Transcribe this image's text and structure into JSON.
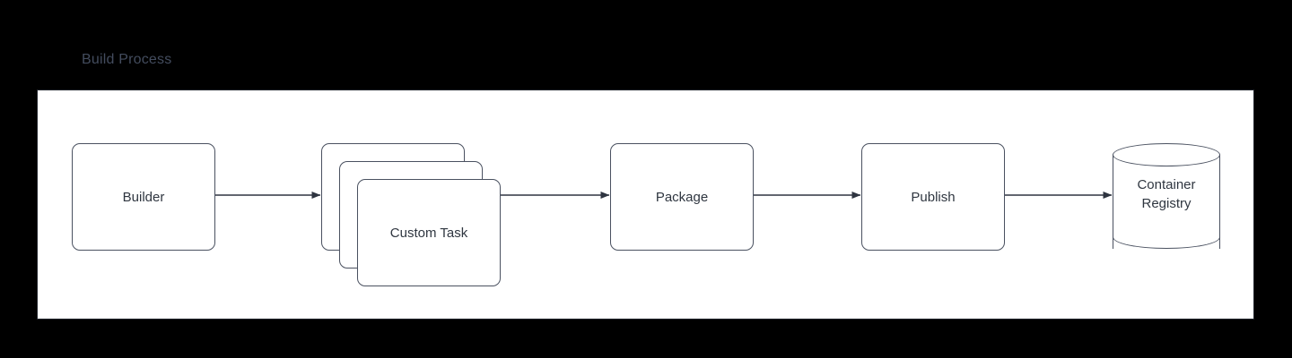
{
  "diagram": {
    "title": "Build Process",
    "background_color": "#000000",
    "panel_fill": "#FFFFFF",
    "panel_stroke": "#23272E",
    "node_stroke": "#4A5160",
    "text_color": "#2F3640",
    "title_color": "#434C5E",
    "edge_color": "#2E3440"
  },
  "nodes": {
    "builder": {
      "label": "Builder",
      "shape": "rounded-rectangle"
    },
    "custom_task": {
      "label": "Custom Task",
      "shape": "stacked-rounded-rectangle",
      "stack_count": 3
    },
    "package": {
      "label": "Package",
      "shape": "rounded-rectangle"
    },
    "publish": {
      "label": "Publish",
      "shape": "rounded-rectangle"
    },
    "container_registry": {
      "label_line1": "Container",
      "label_line2": "Registry",
      "shape": "cylinder"
    }
  },
  "edges": [
    {
      "from": "Builder",
      "to": "Custom Task",
      "style": "solid-arrow"
    },
    {
      "from": "Custom Task",
      "to": "Package",
      "style": "solid-arrow"
    },
    {
      "from": "Package",
      "to": "Publish",
      "style": "solid-arrow"
    },
    {
      "from": "Publish",
      "to": "Container Registry",
      "style": "solid-arrow"
    }
  ]
}
